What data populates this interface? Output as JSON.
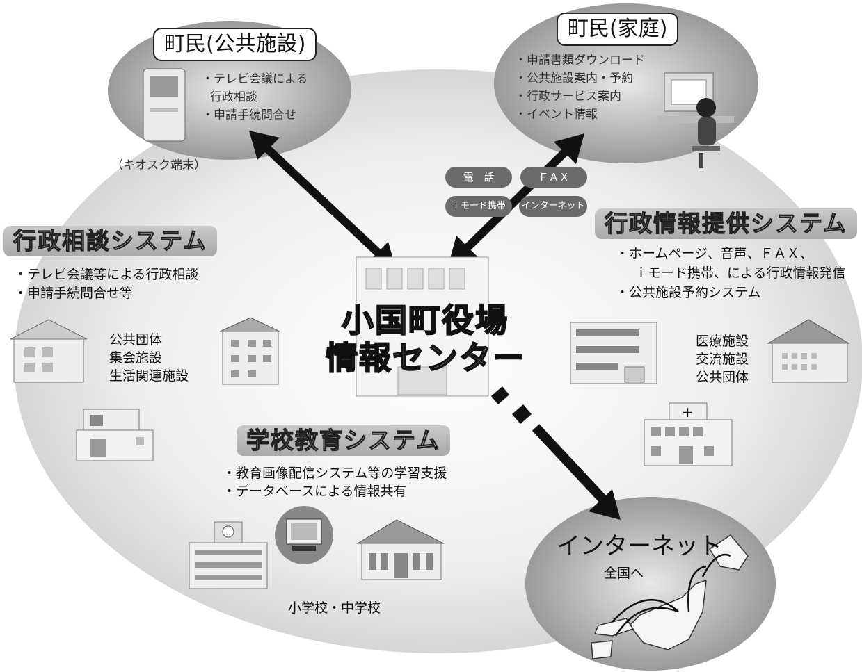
{
  "kiosk_group": {
    "title": "町民(公共施設)",
    "items": [
      "・テレビ会議による",
      "行政相談",
      "・申請手続問合せ"
    ],
    "device_label": "（キオスク端末）"
  },
  "home_group": {
    "title": "町民(家庭)",
    "items": [
      "・申請書類ダウンロード",
      "・公共施設案内・予約",
      "・行政サービス案内",
      "・イベント情報"
    ]
  },
  "channels": {
    "phone": "電　話",
    "fax": "ＦＡＸ",
    "imode": "ｉモード携帯",
    "internet": "インターネット"
  },
  "consult_system": {
    "title": "行政相談システム",
    "items": [
      "・テレビ会議等による行政相談",
      "・申請手続問合せ等"
    ],
    "facilities": [
      "公共団体",
      "集会施設",
      "生活関連施設"
    ]
  },
  "info_system": {
    "title": "行政情報提供システム",
    "items": [
      "・ホームページ、音声、ＦＡＸ、",
      "ｉモード携帯、による行政情報発信",
      "・公共施設予約システム"
    ],
    "facilities": [
      "医療施設",
      "交流施設",
      "公共団体"
    ]
  },
  "center": {
    "line1": "小国町役場",
    "line2": "情報センター"
  },
  "school_system": {
    "title": "学校教育システム",
    "items": [
      "・教育画像配信システム等の学習支援",
      "・データベースによる情報共有"
    ],
    "facilities": "小学校・中学校"
  },
  "internet_group": {
    "title": "インターネット",
    "subtitle": "全国へ"
  },
  "colors": {
    "ellipse_dark": "#8c8c8c",
    "ellipse_light": "#eeeeee",
    "arrow": "#111111"
  }
}
